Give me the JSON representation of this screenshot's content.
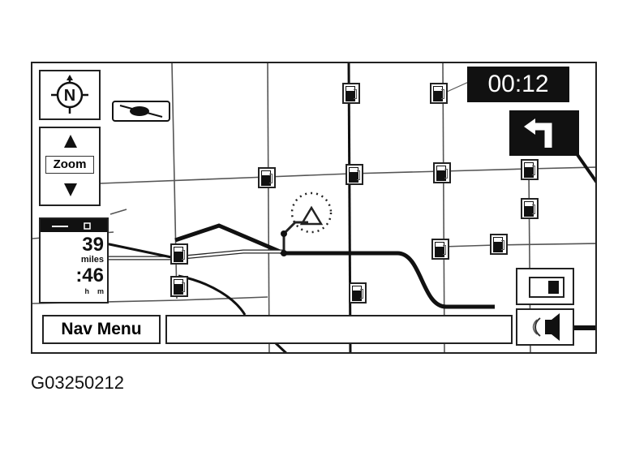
{
  "screen": {
    "clock": "00:12",
    "compass": {
      "label": "N",
      "icon": "north-compass-icon"
    },
    "zoom": {
      "label": "Zoom",
      "up_icon": "triangle-up-icon",
      "down_icon": "triangle-down-icon"
    },
    "trip": {
      "distance": "39",
      "distance_unit": "miles",
      "time": ":46",
      "time_units": "h    m"
    },
    "turn_icon": "turn-left-arrow-icon",
    "nav_menu_label": "Nav Menu",
    "message_bar": "",
    "toggle_icon": "toggle-switch-icon",
    "speaker_icon": "speaker-volume-icon",
    "poi_icon": "fuel-pump-icon",
    "vehicle_icon": "vehicle-position-triangle-icon",
    "traffic_icon": "traffic-car-icon"
  },
  "caption": "G03250212"
}
